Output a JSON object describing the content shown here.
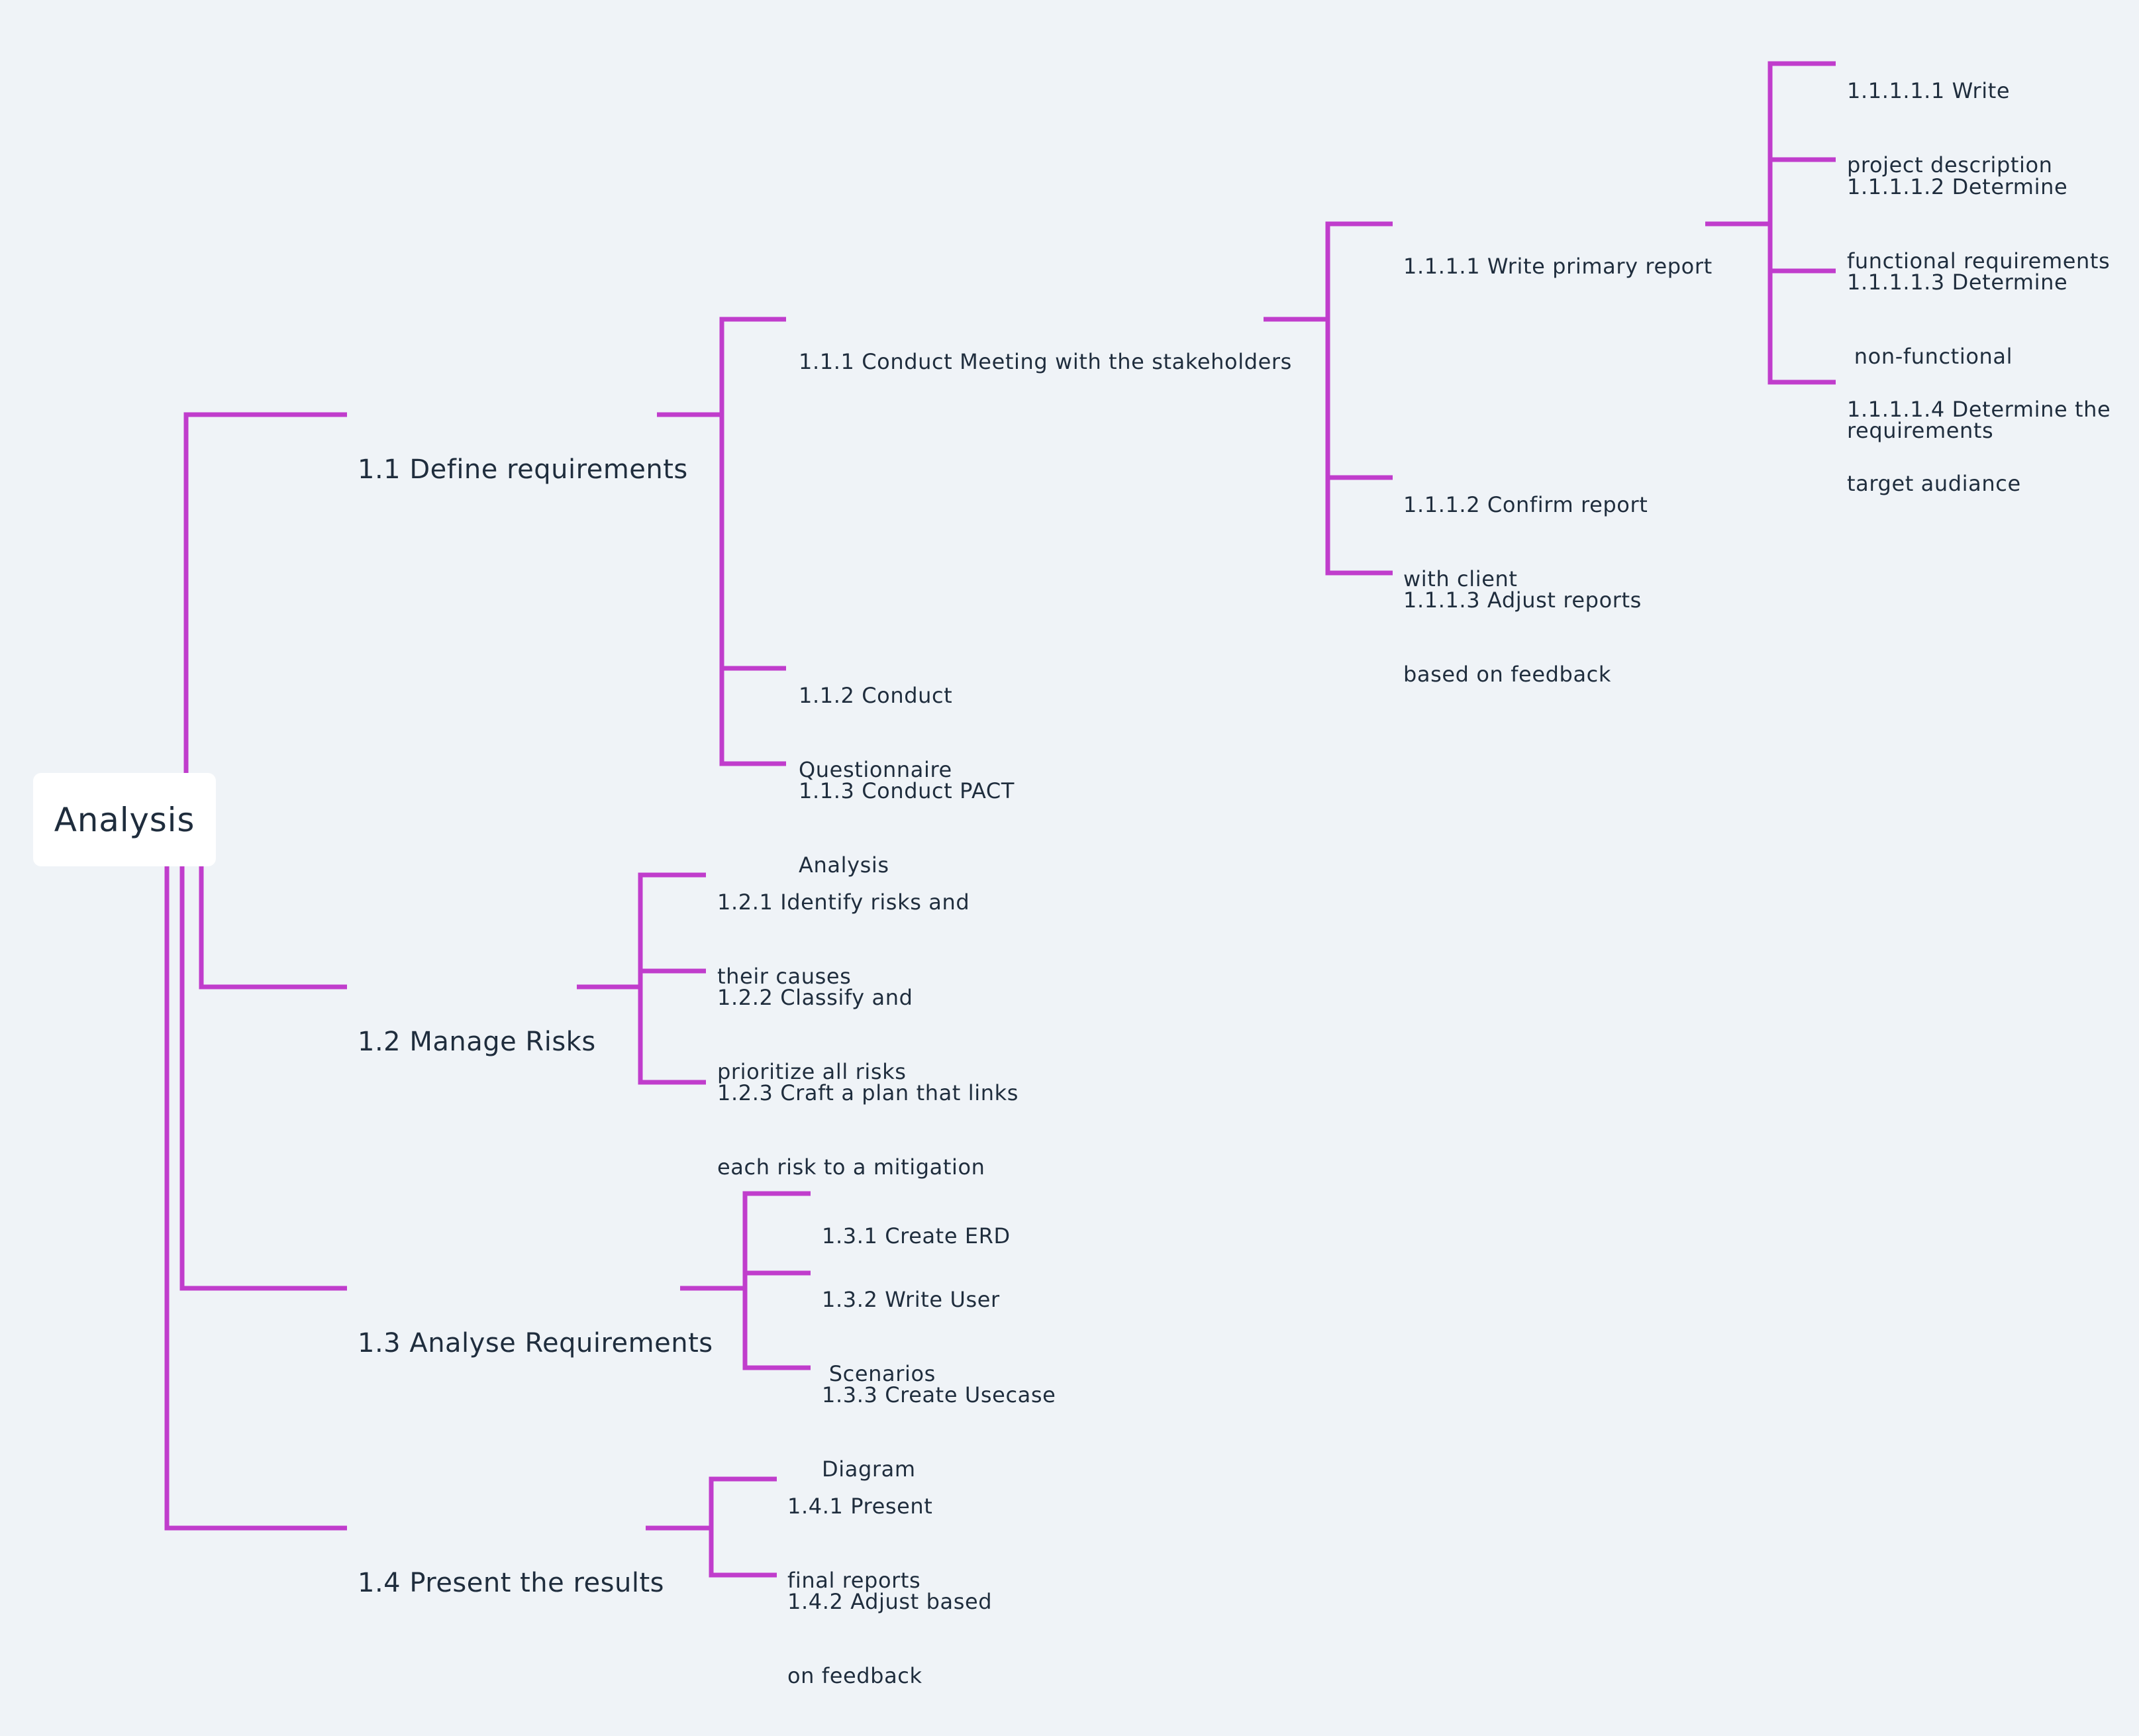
{
  "root": "Analysis",
  "colors": {
    "connector": "#c03dcc",
    "background": "#eff3f7",
    "text": "#1f2d3d",
    "root_box": "#ffffff"
  },
  "nodes": {
    "n1_1": "1.1 Define requirements",
    "n1_1_1": "1.1.1 Conduct Meeting with the stakeholders",
    "n1_1_1_1": "1.1.1.1 Write primary report",
    "n1_1_1_1_1": [
      "1.1.1.1.1 Write",
      "project description"
    ],
    "n1_1_1_1_2": [
      "1.1.1.1.2 Determine",
      "functional requirements"
    ],
    "n1_1_1_1_3": [
      "1.1.1.1.3 Determine",
      " non-functional",
      "requirements"
    ],
    "n1_1_1_1_4": [
      "1.1.1.1.4 Determine the",
      "target audiance"
    ],
    "n1_1_1_2": [
      "1.1.1.2 Confirm report",
      "with client"
    ],
    "n1_1_1_3": [
      "1.1.1.3 Adjust reports",
      "based on feedback"
    ],
    "n1_1_2": [
      "1.1.2 Conduct",
      "Questionnaire"
    ],
    "n1_1_3": [
      "1.1.3 Conduct PACT",
      "Analysis"
    ],
    "n1_2": "1.2 Manage Risks",
    "n1_2_1": [
      "1.2.1 Identify risks and",
      "their causes"
    ],
    "n1_2_2": [
      "1.2.2 Classify and",
      "prioritize all risks"
    ],
    "n1_2_3": [
      "1.2.3 Craft a plan that links",
      "each risk to a mitigation"
    ],
    "n1_3": "1.3 Analyse Requirements",
    "n1_3_1": "1.3.1 Create ERD",
    "n1_3_2": [
      "1.3.2 Write User",
      " Scenarios"
    ],
    "n1_3_3": [
      "1.3.3 Create Usecase",
      "Diagram"
    ],
    "n1_4": "1.4 Present the results",
    "n1_4_1": [
      "1.4.1 Present",
      "final reports"
    ],
    "n1_4_2": [
      "1.4.2 Adjust based",
      "on feedback"
    ]
  }
}
